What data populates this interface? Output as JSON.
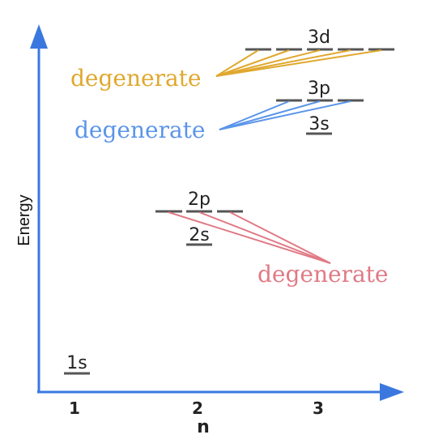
{
  "axes": {
    "y_title": "Energy",
    "x_title": "n",
    "x_ticks": [
      "1",
      "2",
      "3"
    ],
    "arrow_color": "#3a78e0"
  },
  "orbitals": {
    "o1s": "1s",
    "o2s": "2s",
    "o2p": "2p",
    "o3s": "3s",
    "o3p": "3p",
    "o3d": "3d"
  },
  "callouts": {
    "d3": {
      "text": "degenerate",
      "color": "#e0a82e"
    },
    "p3": {
      "text": "degenerate",
      "color": "#5b95ea"
    },
    "p2": {
      "text": "degenerate",
      "color": "#e07a85"
    }
  }
}
